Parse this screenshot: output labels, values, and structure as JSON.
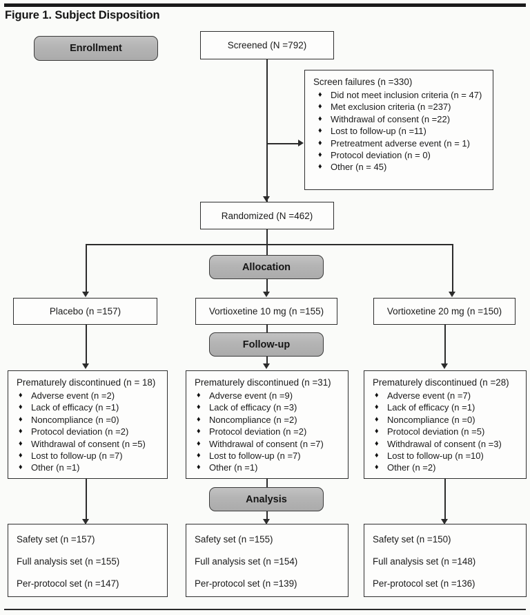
{
  "figure": {
    "title": "Figure 1. Subject Disposition",
    "bullet_glyph": "♦"
  },
  "stages": {
    "enrollment": "Enrollment",
    "allocation": "Allocation",
    "followup": "Follow-up",
    "analysis": "Analysis"
  },
  "flow": {
    "screened": "Screened (N =792)",
    "randomized": "Randomized (N =462)"
  },
  "screen_failures": {
    "header": "Screen failures (n =330)",
    "items": [
      "Did not meet inclusion criteria (n = 47)",
      "Met exclusion criteria (n =237)",
      "Withdrawal of consent (n =22)",
      "Lost to follow-up (n =11)",
      "Pretreatment adverse event (n = 1)",
      "Protocol deviation (n = 0)",
      "Other (n = 45)"
    ]
  },
  "arms": [
    {
      "label": "Placebo (n =157)",
      "discontinued": {
        "header": "Prematurely discontinued (n = 18)",
        "items": [
          "Adverse event (n =2)",
          "Lack of efficacy (n =1)",
          "Noncompliance (n =0)",
          "Protocol deviation (n =2)",
          "Withdrawal of consent (n =5)",
          "Lost to follow-up (n =7)",
          "Other (n =1)"
        ]
      },
      "analysis": [
        "Safety set (n =157)",
        "Full analysis set (n =155)",
        "Per-protocol set (n =147)"
      ]
    },
    {
      "label": "Vortioxetine 10 mg (n =155)",
      "discontinued": {
        "header": "Prematurely discontinued (n =31)",
        "items": [
          "Adverse event (n =9)",
          "Lack of efficacy (n =3)",
          "Noncompliance (n =2)",
          "Protocol deviation (n =2)",
          "Withdrawal of consent (n =7)",
          "Lost to follow-up (n =7)",
          "Other (n =1)"
        ]
      },
      "analysis": [
        "Safety set (n =155)",
        "Full analysis set (n =154)",
        "Per-protocol set (n =139)"
      ]
    },
    {
      "label": "Vortioxetine 20 mg (n =150)",
      "discontinued": {
        "header": "Prematurely discontinued (n =28)",
        "items": [
          "Adverse event (n =7)",
          "Lack of efficacy (n =1)",
          "Noncompliance (n =0)",
          "Protocol deviation (n =5)",
          "Withdrawal of consent (n =3)",
          "Lost to follow-up (n =10)",
          "Other (n =2)"
        ]
      },
      "analysis": [
        "Safety set (n =150)",
        "Full analysis set (n =148)",
        "Per-protocol set (n =136)"
      ]
    }
  ],
  "colors": {
    "banner_fill": "#b4b4b4",
    "box_border": "#2e2e2e",
    "rule": "#1a1a1a",
    "background": "#fafbf9"
  }
}
